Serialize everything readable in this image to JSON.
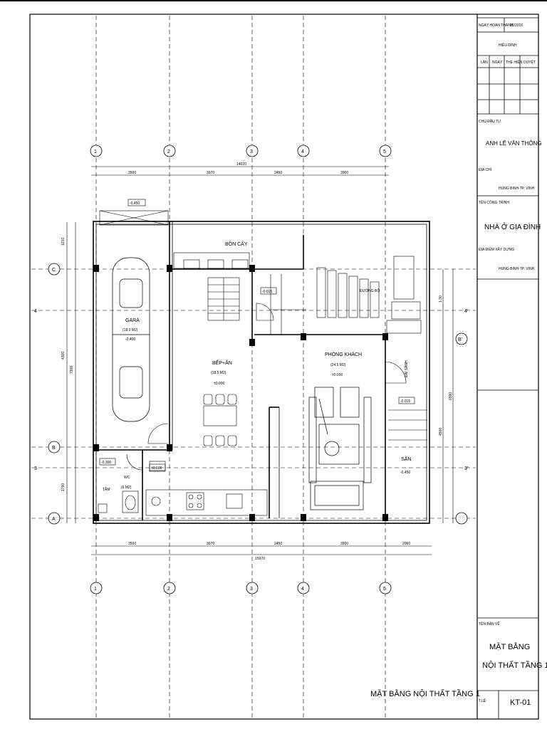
{
  "title_block": {
    "date_label": "NGÀY HOÀN THÀNH",
    "date_value": "05/2016",
    "revision_label": "HIỆU ĐÍNH",
    "rev_cols": [
      "LẦN",
      "NGÀY",
      "THỂ HIỆN",
      "DUYỆT"
    ],
    "owner_label": "CHỦ ĐẦU TƯ",
    "owner_name": "ANH LÊ VĂN THÔNG",
    "address_label": "ĐỊA CHỈ",
    "address_value": "HUNG BINH-TP. VINH",
    "project_label": "TÊN CÔNG TRÌNH",
    "project_name": "NHÀ Ở GIA ĐÌNH",
    "site_label": "ĐỊA ĐIỂM XÂY DỰNG",
    "site_value": "HUNG BINH-TP. VINH",
    "drawing_label": "TÊN BẢN VẼ",
    "drawing_line1": "MẶT BẰNG",
    "drawing_line2": "NỘI THẤT TẦNG 1",
    "sheet_label": "T.LỆ:",
    "sheet_code": "KT-01"
  },
  "plan": {
    "caption": "MẶT BẰNG NỘI THẤT TẦNG 1",
    "rooms": {
      "gara": "GARA",
      "gara_area": "(18.0 M2)",
      "gara_level": "-0.400",
      "bep": "BẾP+ĂN",
      "bep_area": "(18.5 M2)",
      "bep_level": "±0.000",
      "phong_khach": "PHÒNG KHÁCH",
      "phong_khach_area": "(24.5 M2)",
      "phong_khach_level": "±0.000",
      "bon_cay": "BỒN CÂY",
      "duong_bo": "ĐƯỜNG BỘ",
      "wc": "WC",
      "wc_area": "(6 M2)",
      "tam": "TẮM",
      "san": "SÂN",
      "san_level": "-0.450",
      "dai_sanh": "ĐẠI SẢNH"
    },
    "levels": [
      "-0.450",
      "-0.015",
      "-0.015",
      "-0.300",
      "±0.000"
    ],
    "axes_numeric": [
      "1",
      "2",
      "3",
      "4",
      "5"
    ],
    "axes_letter": [
      "C",
      "B",
      "A"
    ],
    "axes_side": [
      "4",
      "3",
      "4'",
      "B'",
      "3'"
    ],
    "dims_top": [
      "3500",
      "3970",
      "2450",
      "3900"
    ],
    "dims_top_total": "14020",
    "dims_bottom": [
      "3500",
      "3970",
      "2450",
      "3900",
      "2060"
    ],
    "dims_bottom_total": "15970",
    "dims_left": [
      "1210",
      "4300",
      "1790"
    ],
    "dims_left_total": "7300",
    "dims_right": [
      "1.30",
      "4500",
      "6590"
    ]
  }
}
